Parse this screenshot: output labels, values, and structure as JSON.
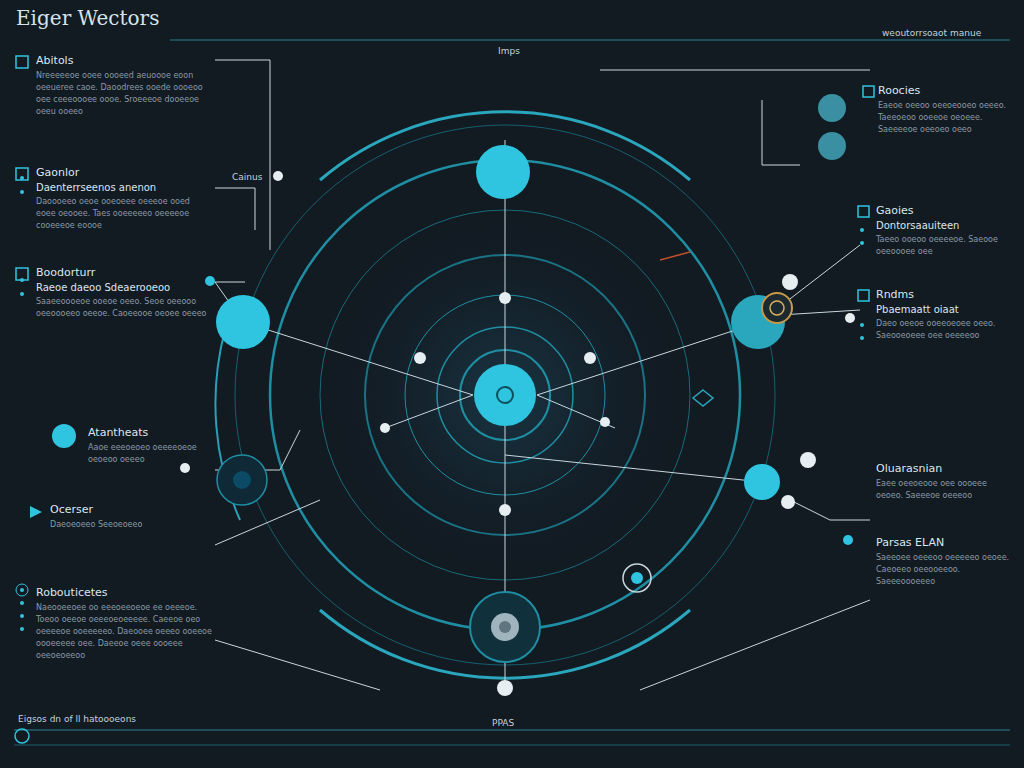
{
  "diagram": {
    "title": "Eiger Wectors",
    "nodes": [
      {
        "text": [
          "Abitols",
          "Nreeeeeoe ooee oooeed aeuoooe eoon oeeueree caoe. Daoodrees ooede oooeoo oee ceeeoooee oooe. Sroeeeoe dooeeoe oeeu ooeeo"
        ]
      },
      {
        "text": [
          "Gaonlor",
          "Daenterrseenos anenon",
          "Daoooeeo oeoe ooeoeee oeeeoe ooed eoee oeooee. Taes ooeeeeeo oeeeeoe cooeeeoe eoooe"
        ]
      },
      {
        "text": [
          "Boodorturr",
          "Raeoe daeoo Sdeaerooeoo",
          "Saaeeoooeoe ooeoe oeeo. Seoe oeeooo oeeoooeeo oeeoe. Caoeeooe oeoee oeeeo"
        ]
      },
      {
        "text": [
          "Atantheats",
          "Aaoe eeeoeoeo oeeeeoeoe oeoeoo oeeeo"
        ]
      },
      {
        "text": [
          "Ocerser",
          "Daeoeoeeo Seeoeoeeo"
        ]
      },
      {
        "text": [
          "Robouticetes",
          "Naeooeeoee oo eeeoeeoeoe ee oeeeoe. Toeoo oeeoe oeeeoeoeeeee. Caeeoe oeo oeeeeoe ooeeeeeo. Daeooee oeeeo ooeeoe oooeeeee oee. Daeeoe oeee oooeee oeeoeoeeoo"
        ]
      },
      {
        "text": [
          "Roocies",
          "Eaeoe oeeoo oeeoeooeo oeeeo. Taeeoeoo ooeeoe oeoeee. Saeeeeoe oeeoeo oeeo"
        ]
      },
      {
        "text": [
          "Gaoies",
          "Dontorsaauiteen",
          "Taeeo ooeoo oeeeeoe. Saeooe oeeoooee oee"
        ]
      },
      {
        "text": [
          "Rndms",
          "Pbaemaatt oiaat",
          "Daeo oeeoe ooeeoeoee oeeo. Saeooeoeee oee oeeeeoo"
        ]
      },
      {
        "text": [
          "Oluarasnian",
          "Eaee oeeoeooe oee oooeee oeoeo. Saeeeoe oeeeoo"
        ]
      },
      {
        "text": [
          "Parsas ELAN",
          "Saeeoee oeeeoo oeeeeeo oeoee. Caeoeeo oeeooeeoo. Saeeeoooeeeo"
        ]
      }
    ],
    "labels": [
      "Imps",
      "PPAS",
      "Cainus",
      "weoutorrsoaot manue",
      "Eigsos dn of ll hatoooeons"
    ]
  }
}
